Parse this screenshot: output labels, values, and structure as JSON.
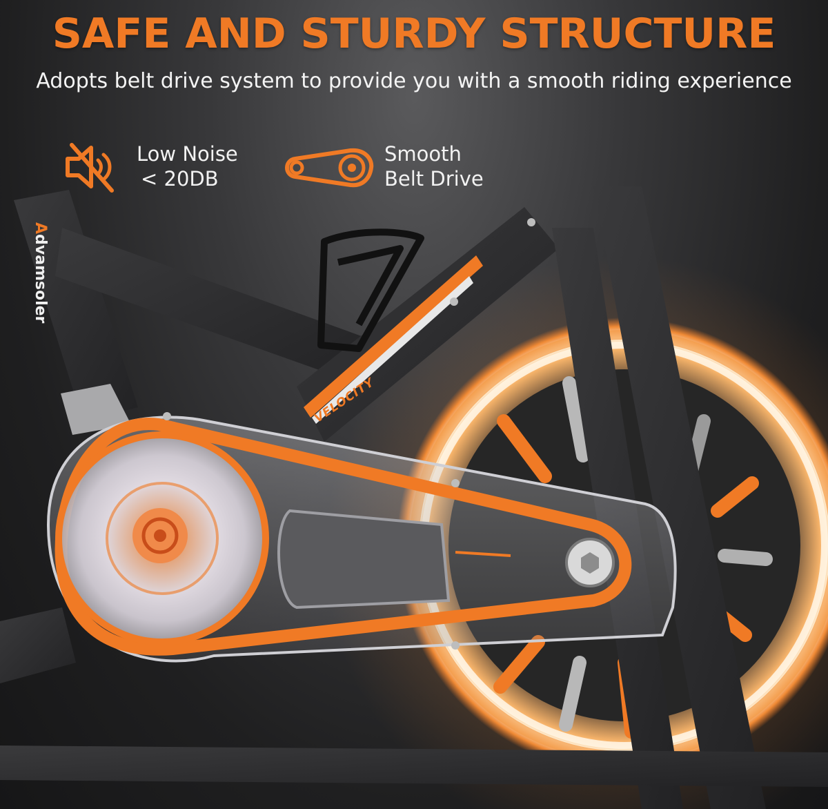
{
  "headline": "SAFE AND STURDY STRUCTURE",
  "subheadline": "Adopts belt drive system to provide you with a smooth riding experience",
  "features": [
    {
      "icon": "muted-speaker-icon",
      "line1": "Low Noise",
      "line2": "< 20DB"
    },
    {
      "icon": "belt-drive-icon",
      "line1": "Smooth",
      "line2": "Belt Drive"
    }
  ],
  "brand": {
    "initial": "A",
    "rest": "dvamsoler"
  },
  "model_label": "VELOCITY",
  "colors": {
    "accent": "#f07a25",
    "background": "#1b1b1c",
    "text": "#f2f2f2"
  }
}
